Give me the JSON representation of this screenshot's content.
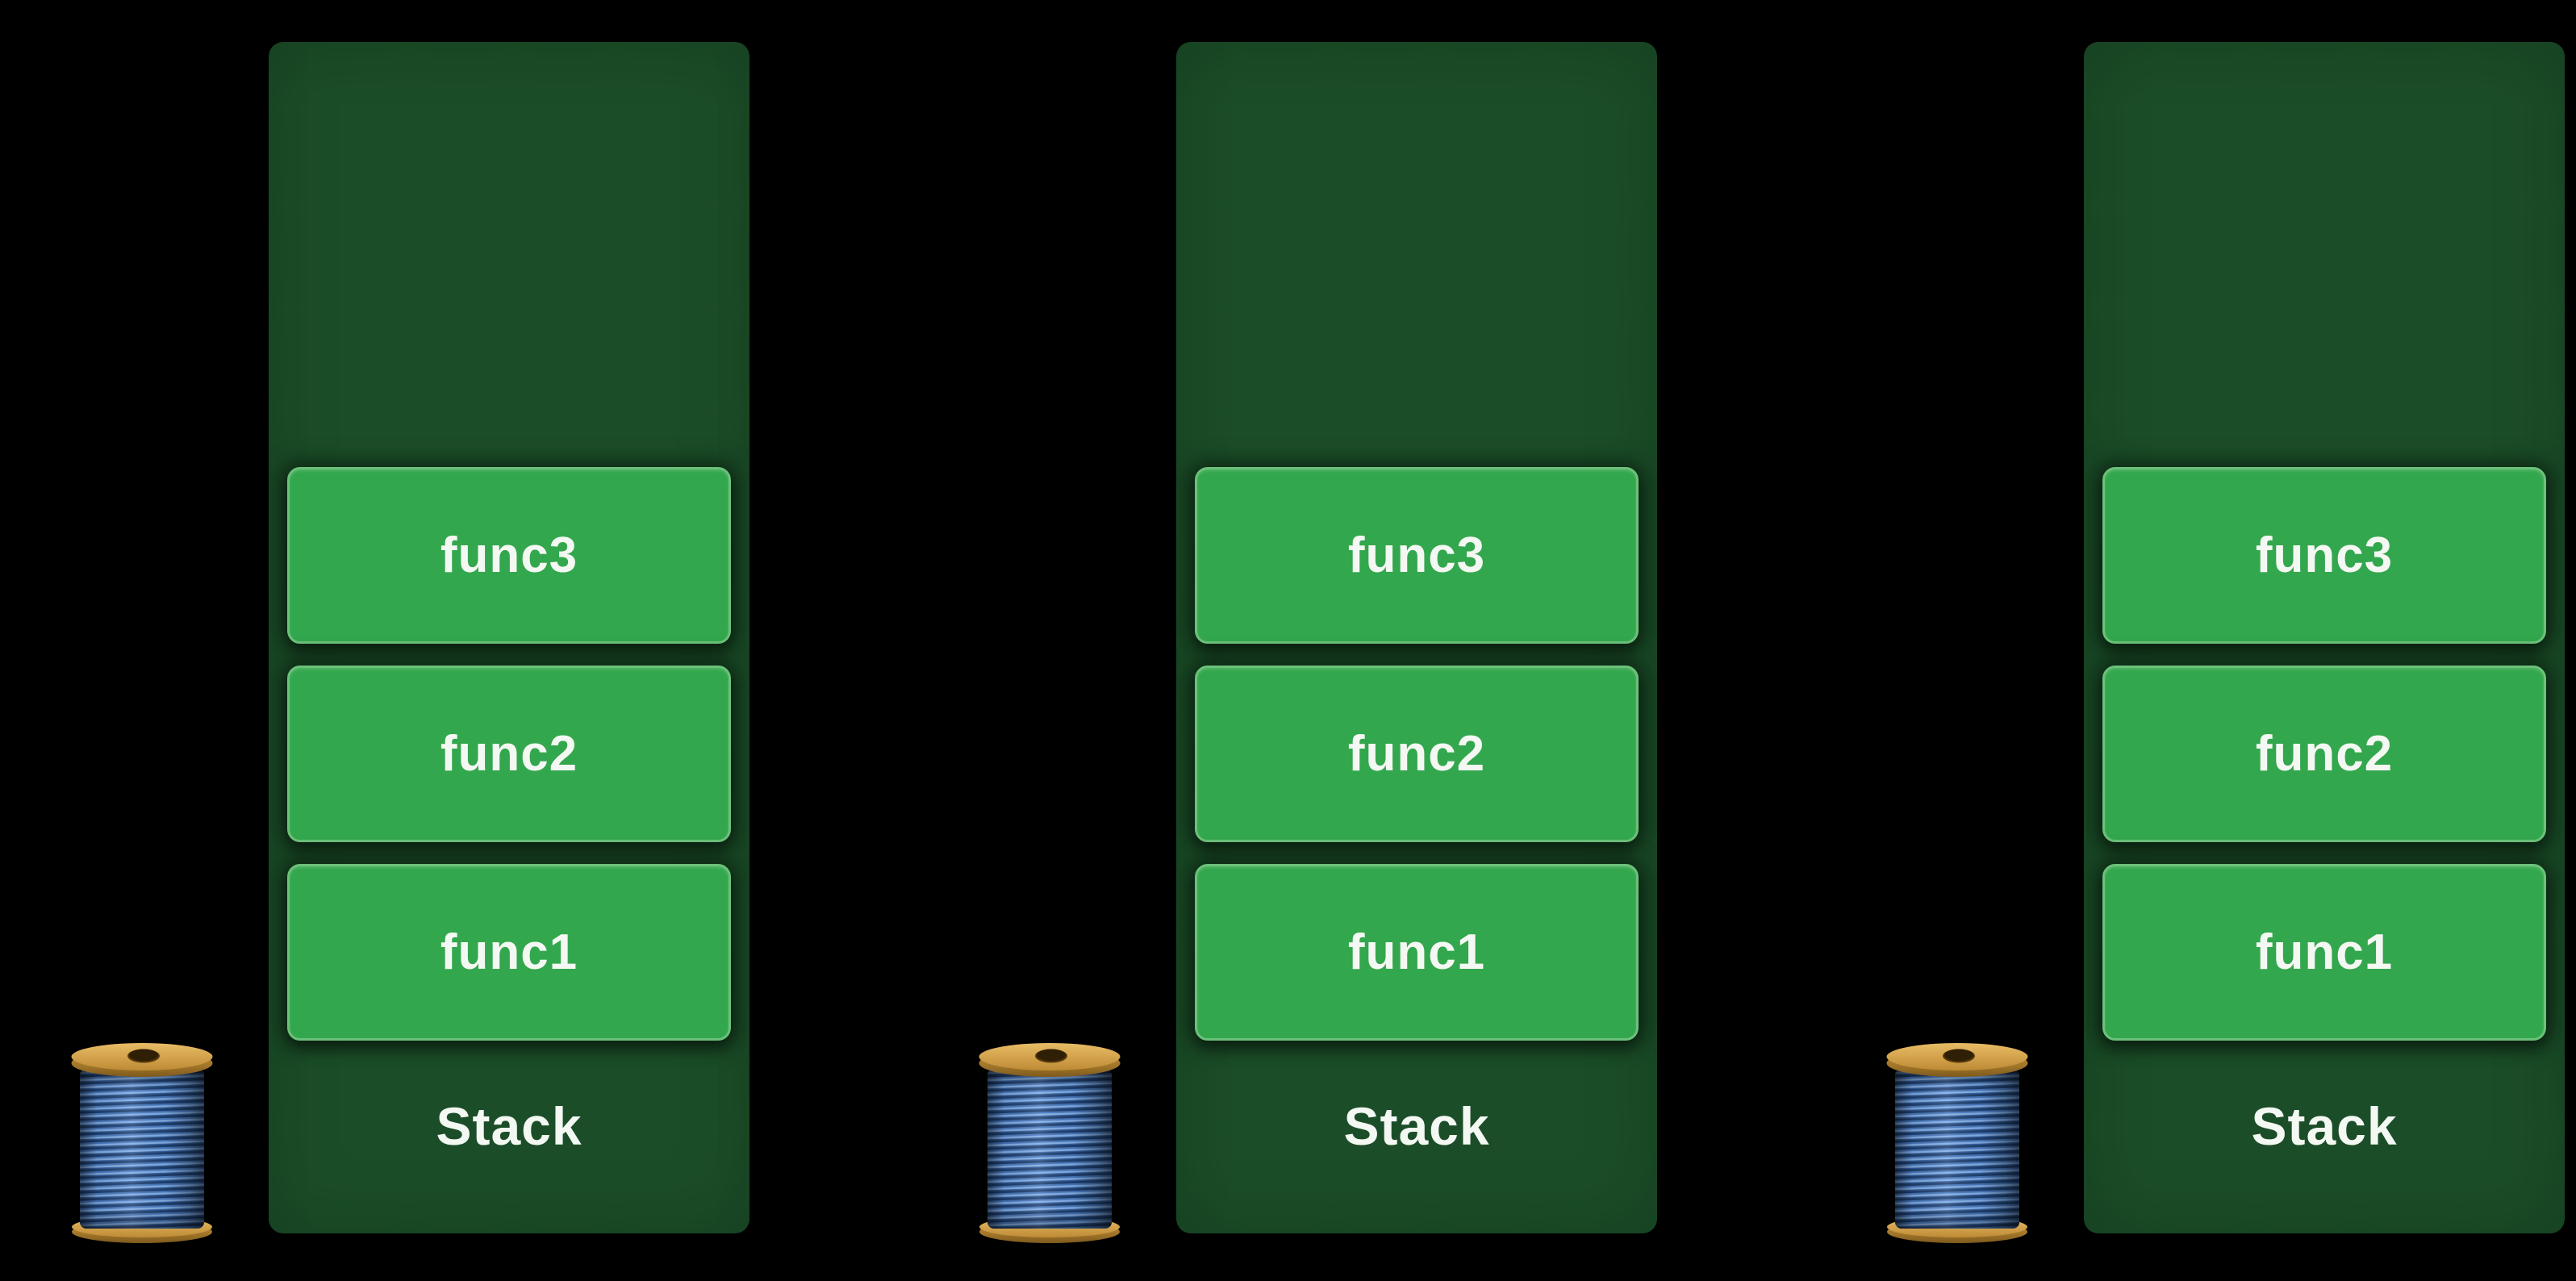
{
  "colors": {
    "background": "#000000",
    "column_bg": "#1B4E28",
    "frame_fill": "#33A74D",
    "frame_border": "#6CC17A",
    "label_text": "#F4F8F3",
    "thread_blue": "#4678BE",
    "spool_wood": "#D2A14B"
  },
  "stacks": [
    {
      "label": "Stack",
      "frames": [
        "func3",
        "func2",
        "func1"
      ]
    },
    {
      "label": "Stack",
      "frames": [
        "func3",
        "func2",
        "func1"
      ]
    },
    {
      "label": "Stack",
      "frames": [
        "func3",
        "func2",
        "func1"
      ]
    }
  ],
  "icons": {
    "spool": "thread-spool-emoji"
  }
}
